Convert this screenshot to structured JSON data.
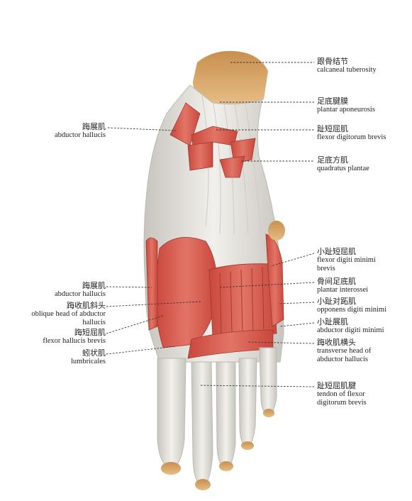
{
  "labels": {
    "calcaneal_tuberosity": {
      "zh": "跟骨结节",
      "en": "calcaneal tuberosity"
    },
    "plantar_aponeurosis": {
      "zh": "足底腱膜",
      "en": "plantar aponeurosis"
    },
    "flexor_digitorum_brevis": {
      "zh": "趾短屈肌",
      "en": "flexor digitorum brevis"
    },
    "quadratus_plantae": {
      "zh": "足底方肌",
      "en": "quadratus plantae"
    },
    "abductor_hallucis_top": {
      "zh": "踇展肌",
      "en": "abductor hallucis"
    },
    "flexor_digiti_minimi_brevis": {
      "zh": "小趾短屈肌",
      "en": "flexor digiti minimi\nbrevis"
    },
    "plantar_interossei": {
      "zh": "骨间足底肌",
      "en": "plantar interossei"
    },
    "opponens_digiti_minimi": {
      "zh": "小趾对跖肌",
      "en": "opponens digiti minimi"
    },
    "abductor_digiti_minimi": {
      "zh": "小趾展肌",
      "en": "abductor digiti minimi"
    },
    "transverse_head": {
      "zh": "踇收肌横头",
      "en": "transverse head of\nabductor hallucis"
    },
    "tendon_fdb": {
      "zh": "趾短屈肌腱",
      "en": "tendon of flexor\ndigitorum brevis"
    },
    "abductor_hallucis_bottom": {
      "zh": "踇展肌",
      "en": "abductor hallucis"
    },
    "oblique_head": {
      "zh": "踇收肌斜头",
      "en": "oblique head of abductor\nhallucis"
    },
    "flexor_hallucis_brevis": {
      "zh": "踇短屈肌",
      "en": "flexor hallucis brevis"
    },
    "lumbricales": {
      "zh": "蚓状肌",
      "en": "lumbricales"
    }
  },
  "colors": {
    "muscle": "#d9604f",
    "muscle_dark": "#b8433a",
    "tendon": "#e8e6e2",
    "tendon_shade": "#c9c6c0",
    "bone": "#d8a866",
    "leader": "#333333"
  }
}
